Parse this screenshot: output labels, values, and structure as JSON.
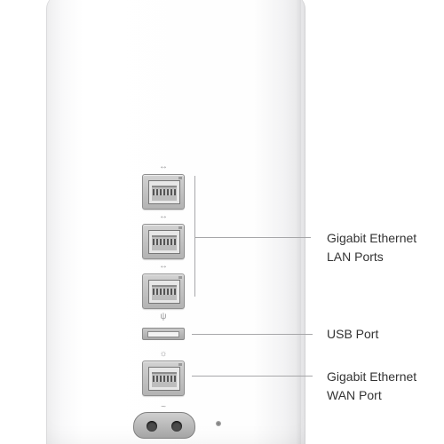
{
  "callouts": {
    "lan": {
      "line1": "Gigabit Ethernet",
      "line2": "LAN Ports"
    },
    "usb": {
      "line1": "USB Port"
    },
    "wan": {
      "line1": "Gigabit Ethernet",
      "line2": "WAN Port"
    }
  },
  "port_symbols": {
    "lan": "↔",
    "usb": "ψ",
    "wan": "☼",
    "power": "~"
  },
  "icons": [
    "ethernet-port-icon",
    "usb-port-icon",
    "power-socket-icon",
    "screw-icon"
  ],
  "colors": {
    "leader_line": "#a7a7a9",
    "label_text": "#333333",
    "device_body": "#ffffff"
  }
}
